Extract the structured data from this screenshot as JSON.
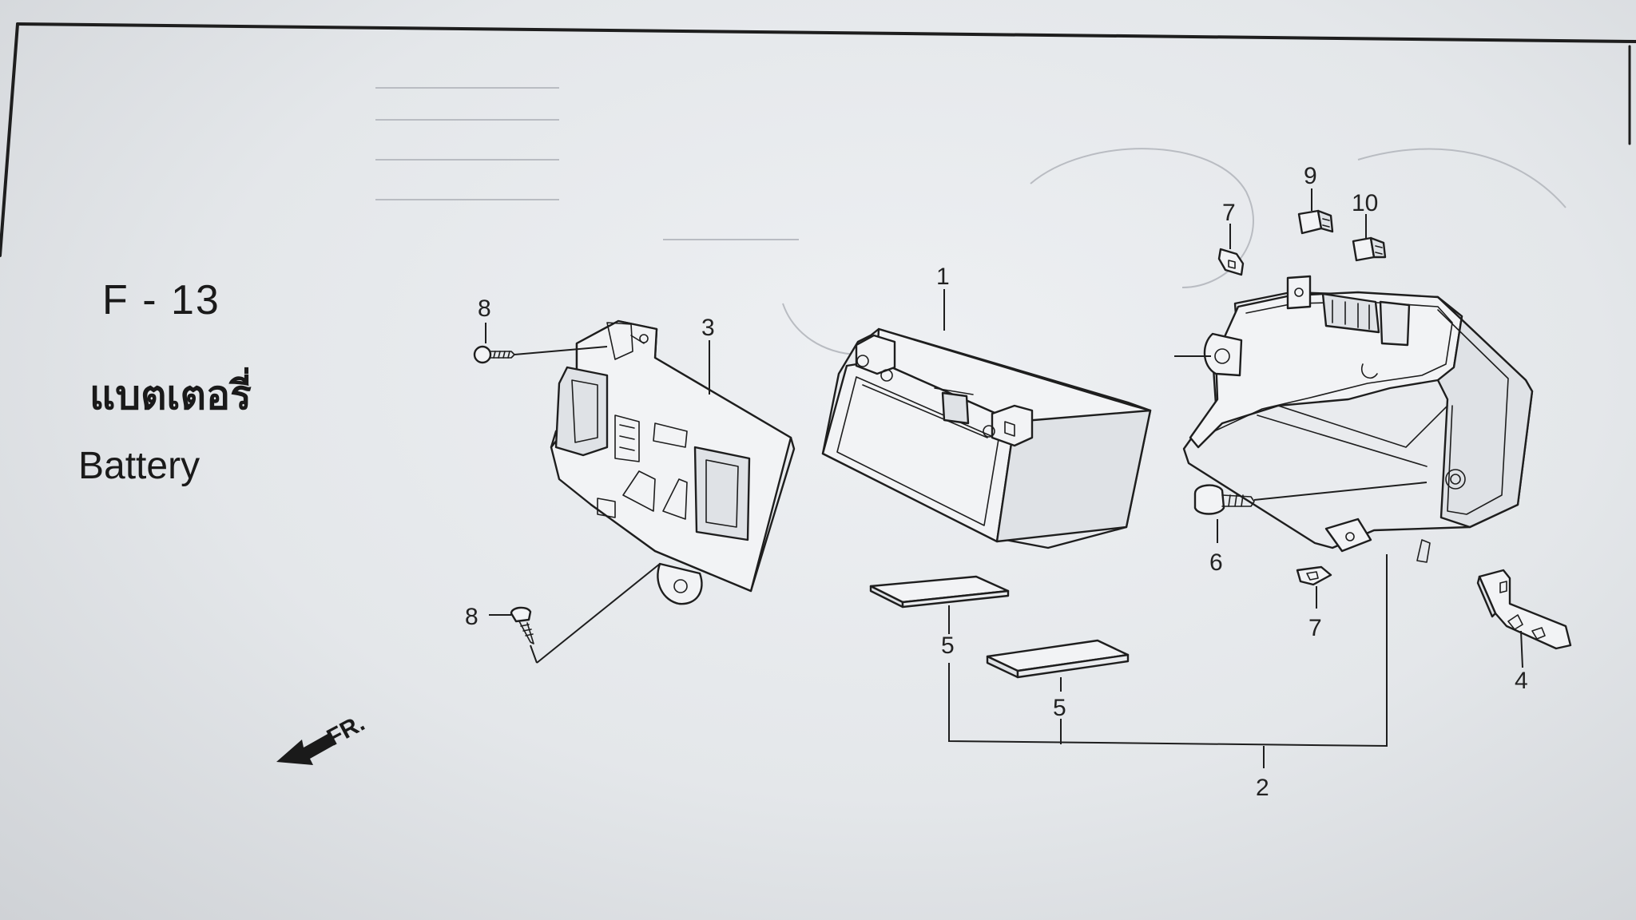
{
  "header": {
    "code": "F - 13",
    "title_thai": "แบตเตอรี่",
    "title_en": "Battery"
  },
  "direction_marker": {
    "label": "FR.",
    "icon": "front-direction-arrow-icon"
  },
  "callouts": {
    "c1": "1",
    "c2": "2",
    "c3": "3",
    "c4": "4",
    "c5a": "5",
    "c5b": "5",
    "c6": "6",
    "c7a": "7",
    "c7b": "7",
    "c8a": "8",
    "c8b": "8",
    "c9": "9",
    "c10": "10"
  },
  "colors": {
    "ink": "#1e1e1e",
    "paper": "#eef0f3"
  }
}
